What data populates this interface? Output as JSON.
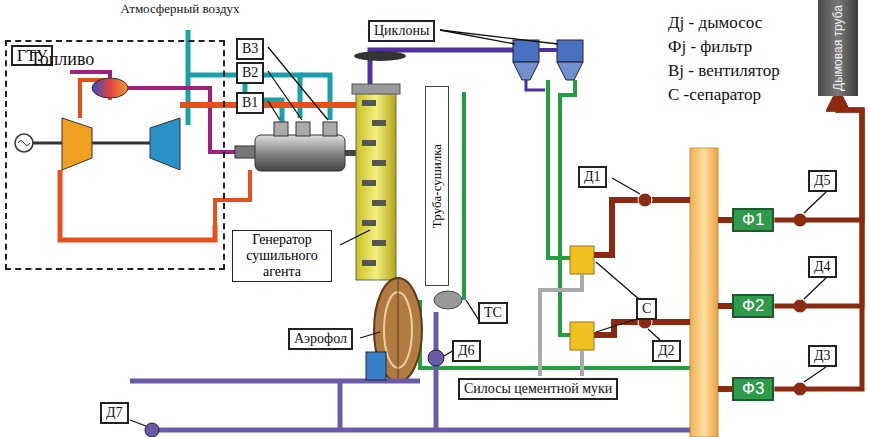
{
  "diagram": {
    "nodes": [
      {
        "text": [
          "ГТУ"
        ]
      },
      {
        "text": [
          "В3"
        ]
      },
      {
        "text": [
          "В2"
        ]
      },
      {
        "text": [
          "В1"
        ]
      },
      {
        "text": [
          "Циклоны"
        ]
      },
      {
        "text": [
          "Труба-сушилка"
        ]
      },
      {
        "text": [
          "Генератор сушильного агента"
        ]
      },
      {
        "text": [
          "Аэрофол"
        ]
      },
      {
        "text": [
          "ТС"
        ]
      },
      {
        "text": [
          "Д1"
        ]
      },
      {
        "text": [
          "Дымовая труба"
        ]
      },
      {
        "text": [
          "Д5"
        ]
      },
      {
        "text": [
          "Ф1"
        ]
      },
      {
        "text": [
          "Д4"
        ]
      },
      {
        "text": [
          "Ф2"
        ]
      },
      {
        "text": [
          "С"
        ]
      },
      {
        "text": [
          "Д2"
        ]
      },
      {
        "text": [
          "Д3"
        ]
      },
      {
        "text": [
          "Ф3"
        ]
      },
      {
        "text": [
          "Д6"
        ]
      },
      {
        "text": [
          "Силосы цементной муки"
        ]
      },
      {
        "text": [
          "Д7"
        ]
      }
    ],
    "edges": [
      {
        "from": 12,
        "to": 10,
        "arrow": "to"
      },
      {
        "from": 14,
        "to": 10,
        "arrow": "to"
      },
      {
        "from": 18,
        "to": 10,
        "arrow": "to"
      }
    ],
    "labels": [
      "Атмосферный воздух",
      "Топливо"
    ],
    "legend": [
      {
        "text": "Дj - дымосос"
      },
      {
        "text": "Фj - фильтр"
      },
      {
        "text": "Вj - вентилятор"
      },
      {
        "text": "С -сепаратор"
      }
    ]
  }
}
